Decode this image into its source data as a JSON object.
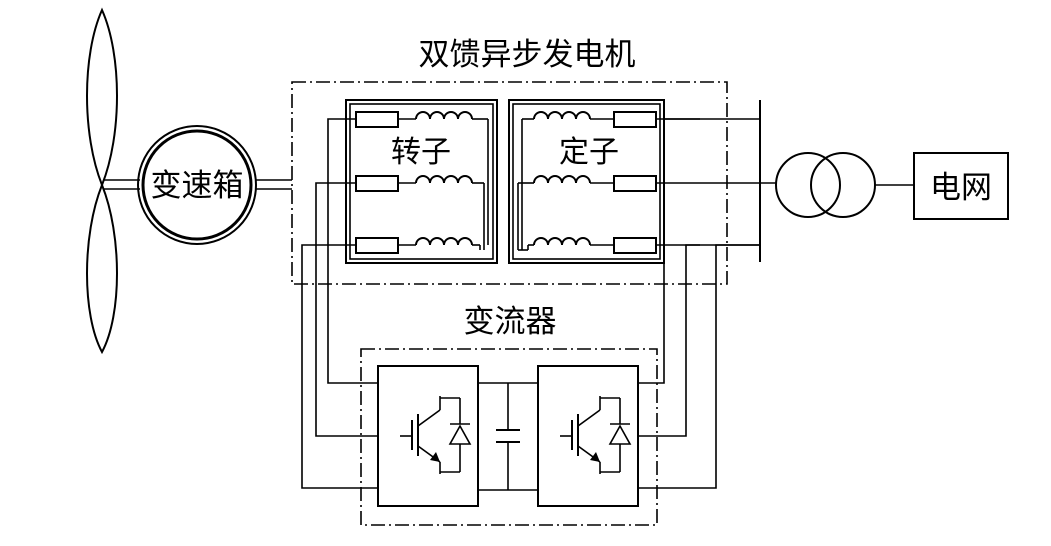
{
  "labels": {
    "dfig": "双馈异步发电机",
    "gearbox": "变速箱",
    "rotor": "转子",
    "stator": "定子",
    "grid": "电网",
    "converter": "变流器"
  }
}
